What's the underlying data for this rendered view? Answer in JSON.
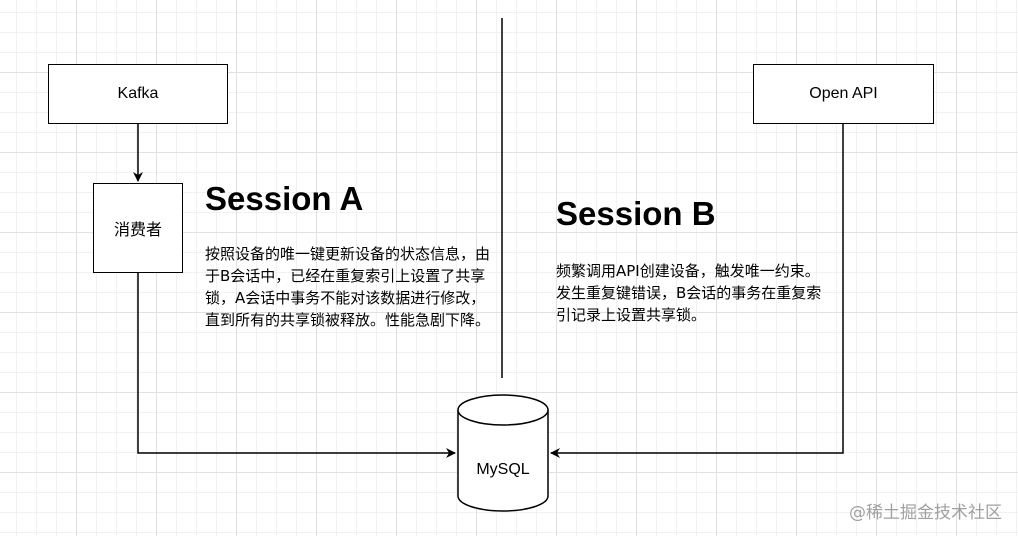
{
  "nodes": {
    "kafka": "Kafka",
    "open_api": "Open API",
    "consumer": "消费者",
    "mysql": "MySQL"
  },
  "session_a": {
    "title": "Session A",
    "description": "按照设备的唯一键更新设备的状态信息，由于B会话中，已经在重复索引上设置了共享锁，A会话中事务不能对该数据进行修改，直到所有的共享锁被释放。性能急剧下降。"
  },
  "session_b": {
    "title": "Session B",
    "description": "频繁调用API创建设备，触发唯一约束。发生重复键错误，B会话的事务在重复索引记录上设置共享锁。"
  },
  "watermark": "@稀土掘金技术社区",
  "colors": {
    "stroke": "#000000",
    "grid": "#e1e1e1",
    "watermark": "#a0a0a0"
  }
}
